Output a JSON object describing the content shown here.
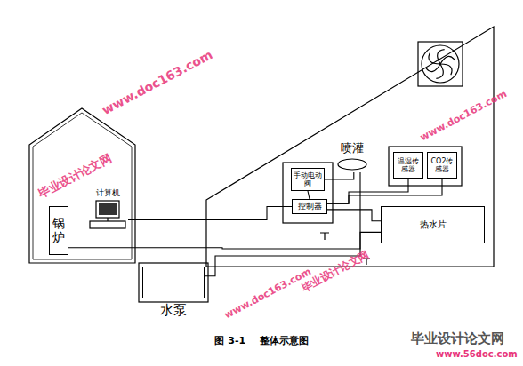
{
  "diagram": {
    "caption": "图 3-1    整体示意图",
    "nodes": [
      {
        "text": [
          "锅炉"
        ]
      },
      {
        "text": [
          "计算机"
        ]
      },
      {
        "text": [
          "水泵"
        ]
      },
      {
        "text": [
          "喷灌"
        ]
      },
      {
        "text": [
          "手动电动阀"
        ]
      },
      {
        "text": [
          "控制器"
        ]
      },
      {
        "text": [
          "温湿传感器"
        ]
      },
      {
        "text": [
          "CO2传感器"
        ]
      },
      {
        "text": [
          "热水片"
        ]
      }
    ],
    "edges": [
      {
        "from": 1,
        "to": 5,
        "arrow": "none"
      },
      {
        "from": 0,
        "to": 8,
        "arrow": "none"
      },
      {
        "from": 5,
        "to": 4,
        "arrow": "none"
      },
      {
        "from": 4,
        "to": 3,
        "arrow": "none"
      },
      {
        "from": 2,
        "to": 3,
        "arrow": "none"
      },
      {
        "from": 5,
        "to": 6,
        "arrow": "none"
      },
      {
        "from": 5,
        "to": 8,
        "arrow": "none"
      },
      {
        "from": 5,
        "to": 7,
        "arrow": "none"
      }
    ],
    "labels": [
      "www.doc163.com",
      "毕业设计论文网",
      "www.doc163.com",
      "毕业设计论文网",
      "www.doc163.com",
      "毕业设计论文网",
      "www.56doc.com"
    ]
  }
}
